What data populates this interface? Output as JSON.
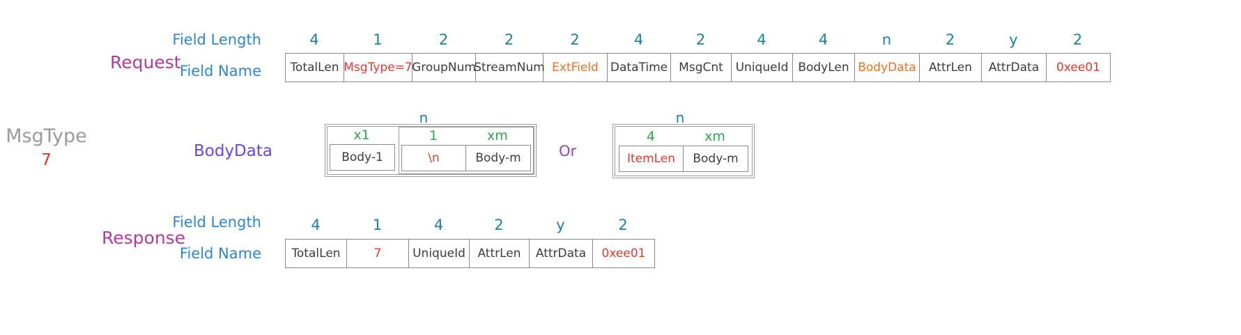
{
  "msgtype_panel": {
    "title": "MsgType",
    "value": "7"
  },
  "colors": {
    "length_text": "#1a7fa0",
    "section_label": "#b5399b",
    "row_header": "#2b86d1",
    "bodydata_label": "#6b44e0",
    "or_label": "#a03bbf",
    "red": "#e8372c",
    "orange": "#f1701d",
    "green": "#2aa84a",
    "black": "#3b3b3b",
    "border": "#8a8a8a"
  },
  "request": {
    "section_label": "Request",
    "length_row_label": "Field Length",
    "name_row_label": "Field Name",
    "fields": [
      {
        "length": "4",
        "name": "TotalLen",
        "color": "black",
        "width": 84
      },
      {
        "length": "1",
        "name": "MsgType=7",
        "color": "red",
        "width": 98
      },
      {
        "length": "2",
        "name": "GroupNum",
        "color": "black",
        "width": 91
      },
      {
        "length": "2",
        "name": "StreamNum",
        "color": "black",
        "width": 97
      },
      {
        "length": "2",
        "name": "ExtField",
        "color": "orange",
        "width": 92
      },
      {
        "length": "4",
        "name": "DataTime",
        "color": "black",
        "width": 91
      },
      {
        "length": "2",
        "name": "MsgCnt",
        "color": "black",
        "width": 87
      },
      {
        "length": "4",
        "name": "UniqueId",
        "color": "black",
        "width": 88
      },
      {
        "length": "4",
        "name": "BodyLen",
        "color": "black",
        "width": 89
      },
      {
        "length": "n",
        "name": "BodyData",
        "color": "orange",
        "width": 93
      },
      {
        "length": "2",
        "name": "AttrLen",
        "color": "black",
        "width": 89
      },
      {
        "length": "y",
        "name": "AttrData",
        "color": "black",
        "width": 93
      },
      {
        "length": "2",
        "name": "0xee01",
        "color": "red",
        "width": 91
      }
    ]
  },
  "bodydata": {
    "label": "BodyData",
    "or_label": "Or",
    "variant_a": {
      "span_label": "n",
      "groups": [
        {
          "multiplier": "x1",
          "cells": [
            {
              "text": "Body-1",
              "color": "black",
              "width": 92
            }
          ]
        },
        {
          "multipliers": [
            {
              "text": "1",
              "width": 92
            },
            {
              "text": "xm",
              "width": 92
            }
          ],
          "cells": [
            {
              "text": "\\n",
              "color": "red",
              "width": 92
            },
            {
              "text": "Body-m",
              "color": "black",
              "width": 92
            }
          ]
        }
      ]
    },
    "variant_b": {
      "span_label": "n",
      "multipliers": [
        {
          "text": "4",
          "width": 92
        },
        {
          "text": "xm",
          "width": 92
        }
      ],
      "cells": [
        {
          "text": "ItemLen",
          "color": "red",
          "width": 92
        },
        {
          "text": "Body-m",
          "color": "black",
          "width": 92
        }
      ]
    }
  },
  "response": {
    "section_label": "Response",
    "length_row_label": "Field Length",
    "name_row_label": "Field Name",
    "fields": [
      {
        "length": "4",
        "name": "TotalLen",
        "color": "black",
        "width": 88
      },
      {
        "length": "1",
        "name": "7",
        "color": "red",
        "width": 89
      },
      {
        "length": "4",
        "name": "UniqueId",
        "color": "black",
        "width": 87
      },
      {
        "length": "2",
        "name": "AttrLen",
        "color": "black",
        "width": 86
      },
      {
        "length": "y",
        "name": "AttrData",
        "color": "black",
        "width": 91
      },
      {
        "length": "2",
        "name": "0xee01",
        "color": "red",
        "width": 88
      }
    ]
  }
}
